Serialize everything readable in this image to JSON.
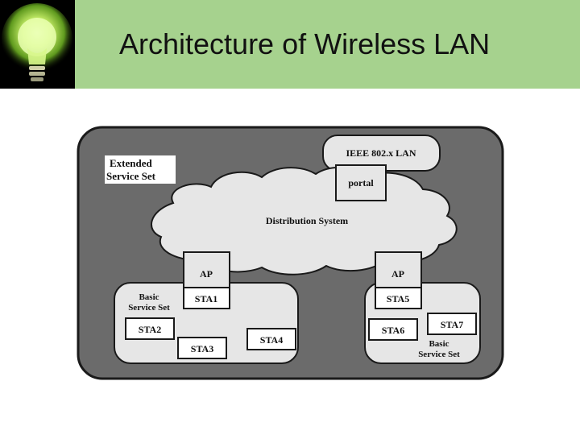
{
  "slide": {
    "title": "Architecture of Wireless LAN"
  },
  "icons": {
    "logo": "light-bulb-icon"
  },
  "colors": {
    "header_bg": "#a6d28e",
    "logo_bg": "#000000",
    "outer_panel": "#6b6b6b",
    "shape_fill": "#e6e6e6"
  },
  "diagram": {
    "ess_label_line1": "Extended",
    "ess_label_line2": "Service Set",
    "lan_label": "IEEE 802.x LAN",
    "portal_label": "portal",
    "ds_label": "Distribution System",
    "ap1_label": "AP",
    "ap2_label": "AP",
    "bss1_label_line1": "Basic",
    "bss1_label_line2": "Service Set",
    "bss2_label_line1": "Basic",
    "bss2_label_line2": "Service Set",
    "stations": {
      "sta1": "STA1",
      "sta2": "STA2",
      "sta3": "STA3",
      "sta4": "STA4",
      "sta5": "STA5",
      "sta6": "STA6",
      "sta7": "STA7"
    }
  }
}
